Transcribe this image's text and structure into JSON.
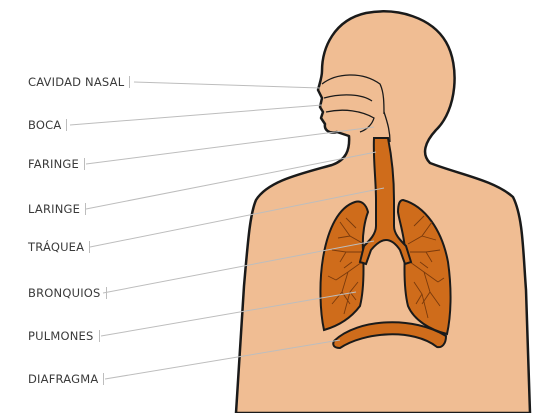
{
  "labels": {
    "nasal": "CAVIDAD NASAL",
    "mouth": "BOCA",
    "pharynx": "FARINGE",
    "larynx": "LARINGE",
    "trachea": "TRÁQUEA",
    "bronchi": "BRONQUIOS",
    "lungs": "PULMONES",
    "diaphragm": "DIAFRAGMA"
  },
  "colors": {
    "skin": "#f0bd93",
    "organ": "#cf6c1b",
    "organ_dark": "#8e4410",
    "outline": "#1a1a1a",
    "leader_line": "#bdbdbd"
  }
}
